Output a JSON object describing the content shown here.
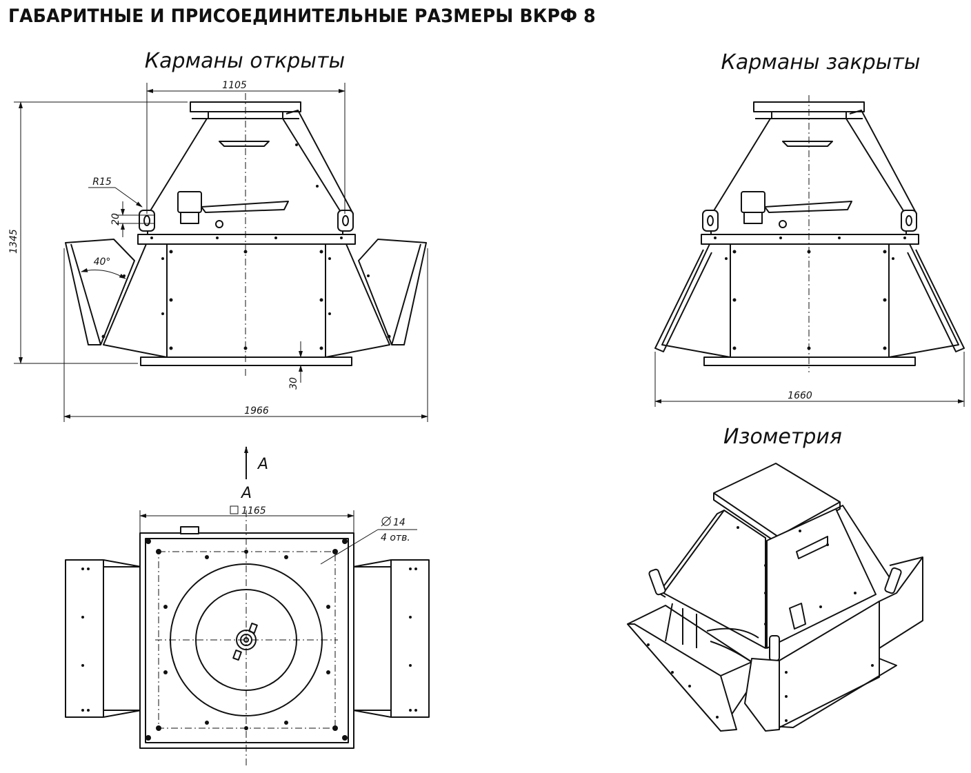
{
  "page": {
    "title": "ГАБАРИТНЫЕ И ПРИСОЕДИНИТЕЛЬНЫЕ РАЗМЕРЫ ВКРФ 8"
  },
  "views": {
    "open": {
      "title": "Карманы открыты",
      "dims": {
        "top_width": "1105",
        "height": "1345",
        "radius": "R15",
        "lug_height": "20",
        "angle": "40°",
        "base_offset": "30",
        "overall_width": "1966"
      }
    },
    "closed": {
      "title": "Карманы закрыты",
      "dims": {
        "overall_width": "1660"
      }
    },
    "iso": {
      "title": "Изометрия"
    },
    "bottom": {
      "arrow_label": "A",
      "view_label": "A",
      "square_size": "1165",
      "hole_dia": "14",
      "hole_count": "4 отв."
    }
  },
  "colors": {
    "line": "#111111",
    "background": "#ffffff"
  }
}
